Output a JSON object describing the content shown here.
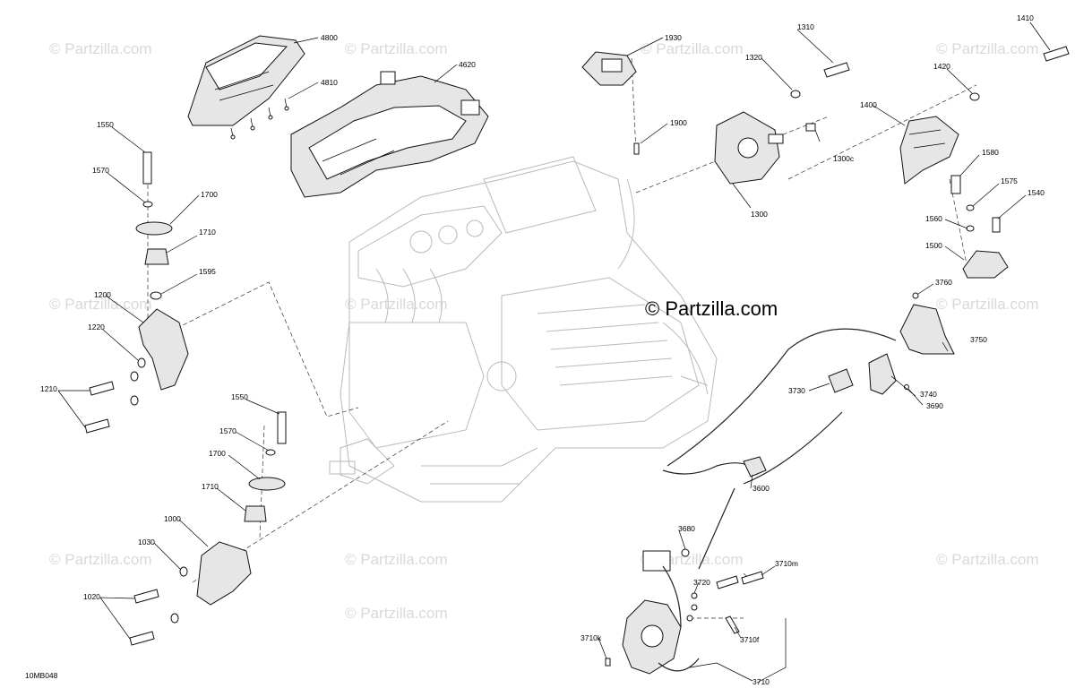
{
  "diagram": {
    "center_watermark": "© Partzilla.com",
    "drawing_code": "10MB048",
    "watermarks": [
      "© Partzilla.com",
      "© Partzilla.com",
      "© Partzilla.com",
      "© Partzilla.com",
      "© Partzilla.com",
      "© Partzilla.com",
      "© Partzilla.com",
      "© Partzilla.com",
      "© Partzilla.com",
      "© Partzilla.com",
      "© Partzilla.com",
      "© Partzilla.com"
    ],
    "labels": {
      "p4800": "4800",
      "p4810": "4810",
      "p4620": "4620",
      "p1930": "1930",
      "p1900": "1900",
      "p1320": "1320",
      "p1310": "1310",
      "p1300c": "1300c",
      "p1300": "1300",
      "p1410": "1410",
      "p1420": "1420",
      "p1400": "1400",
      "p1580": "1580",
      "p1575": "1575",
      "p1540": "1540",
      "p1560": "1560",
      "p1500": "1500",
      "p1550a": "1550",
      "p1570a": "1570",
      "p1700a": "1700",
      "p1710a": "1710",
      "p1595": "1595",
      "p1200": "1200",
      "p1220": "1220",
      "p1210": "1210",
      "p1550b": "1550",
      "p1570b": "1570",
      "p1700b": "1700",
      "p1710b": "1710",
      "p1000": "1000",
      "p1030": "1030",
      "p1020": "1020",
      "p3760": "3760",
      "p3750": "3750",
      "p3730": "3730",
      "p3740": "3740",
      "p3690": "3690",
      "p3600": "3600",
      "p3680": "3680",
      "p3710m": "3710m",
      "p3720": "3720",
      "p3710f": "3710f",
      "p3710k": "3710k",
      "p3710": "3710"
    }
  }
}
